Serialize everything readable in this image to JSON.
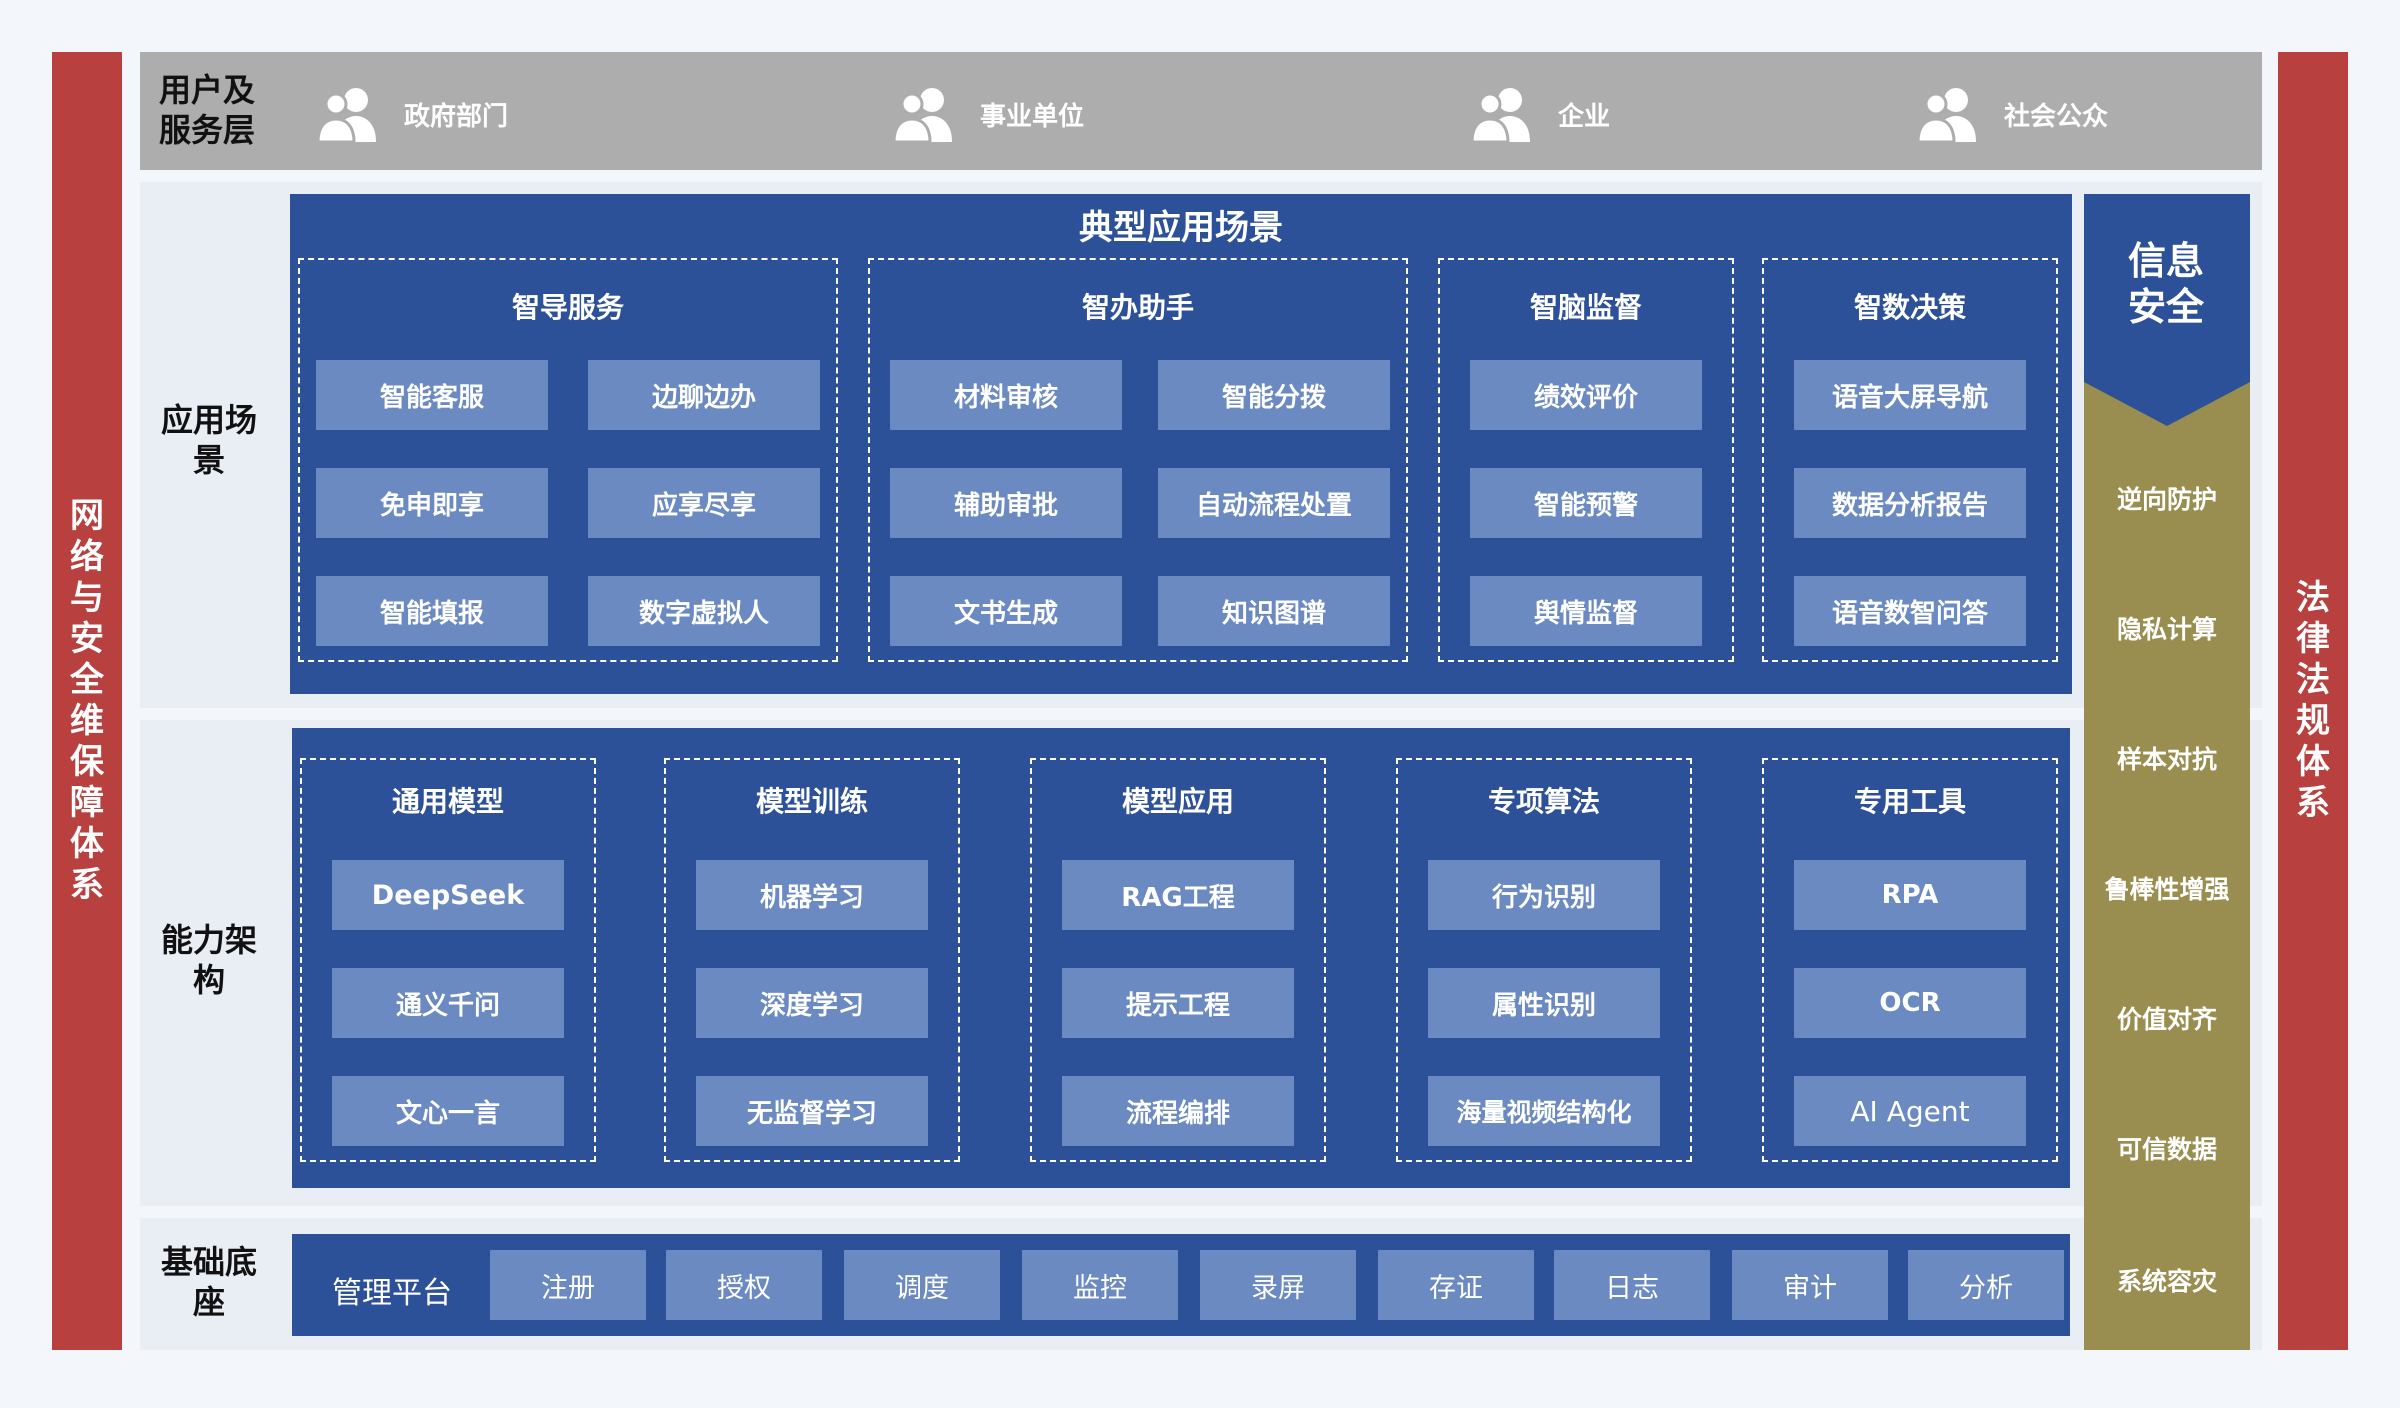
{
  "left_bar": "网络与安全维保障体系",
  "right_bar": "法律法规体系",
  "user_layer": {
    "label": "用户及服务层",
    "users": [
      "政府部门",
      "事业单位",
      "企业",
      "社会公众"
    ],
    "icon": "users-icon"
  },
  "app_layer": {
    "label": "应用场景",
    "title": "典型应用场景",
    "groups": [
      {
        "title": "智导服务",
        "items": [
          "智能客服",
          "边聊边办",
          "免申即享",
          "应享尽享",
          "智能填报",
          "数字虚拟人"
        ]
      },
      {
        "title": "智办助手",
        "items": [
          "材料审核",
          "智能分拨",
          "辅助审批",
          "自动流程处置",
          "文书生成",
          "知识图谱"
        ]
      },
      {
        "title": "智脑监督",
        "items": [
          "绩效评价",
          "智能预警",
          "舆情监督"
        ]
      },
      {
        "title": "智数决策",
        "items": [
          "语音大屏导航",
          "数据分析报告",
          "语音数智问答"
        ]
      }
    ]
  },
  "capability_layer": {
    "label": "能力架构",
    "groups": [
      {
        "title": "通用模型",
        "items": [
          "DeepSeek",
          "通义千问",
          "文心一言"
        ]
      },
      {
        "title": "模型训练",
        "items": [
          "机器学习",
          "深度学习",
          "无监督学习"
        ]
      },
      {
        "title": "模型应用",
        "items": [
          "RAG工程",
          "提示工程",
          "流程编排"
        ]
      },
      {
        "title": "专项算法",
        "items": [
          "行为识别",
          "属性识别",
          "海量视频结构化"
        ]
      },
      {
        "title": "专用工具",
        "items": [
          "RPA",
          "OCR",
          "AI Agent"
        ]
      }
    ]
  },
  "base_layer": {
    "label": "基础底座",
    "platform": "管理平台",
    "items": [
      "注册",
      "授权",
      "调度",
      "监控",
      "录屏",
      "存证",
      "日志",
      "审计",
      "分析"
    ]
  },
  "security": {
    "title": "信息安全",
    "items": [
      "逆向防护",
      "隐私计算",
      "样本对抗",
      "鲁棒性增强",
      "价值对齐",
      "可信数据",
      "系统容灾"
    ]
  },
  "colors": {
    "red_bar": "#b8403e",
    "panel_blue": "#2d5198",
    "button_blue": "#6b8ac2",
    "security_olive": "#998e4f",
    "user_band_gray": "#adadad"
  }
}
